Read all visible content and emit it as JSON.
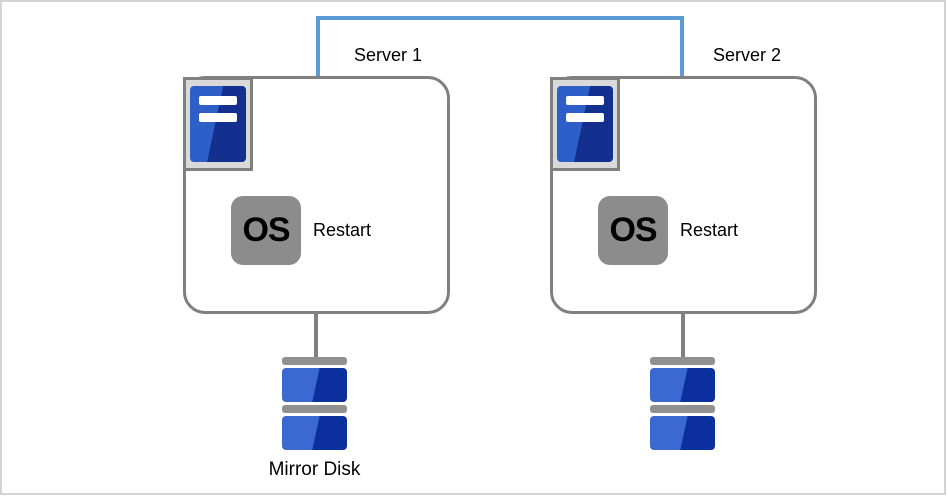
{
  "diagram": {
    "interconnect": {
      "name": "server-interconnect-line",
      "color": "#5b9bd5"
    },
    "servers": [
      {
        "label": "Server 1",
        "os_label": "OS",
        "action_label": "Restart",
        "icon": "server-icon",
        "disk_icon": "mirror-disk-icon"
      },
      {
        "label": "Server 2",
        "os_label": "OS",
        "action_label": "Restart",
        "icon": "server-icon",
        "disk_icon": "mirror-disk-icon"
      }
    ],
    "mirror_disk_label": "Mirror Disk",
    "colors": {
      "connector_blue": "#5b9bd5",
      "box_border_gray": "#808080",
      "os_badge_gray": "#8c8c8c",
      "disk_gray": "#909090",
      "icon_blue_light": "#2e5ec8",
      "icon_blue_dark": "#13308f",
      "disk_blue_light": "#3b69d1",
      "disk_blue_dark": "#0c2f9e",
      "frame_border": "#d3d3d3"
    }
  }
}
